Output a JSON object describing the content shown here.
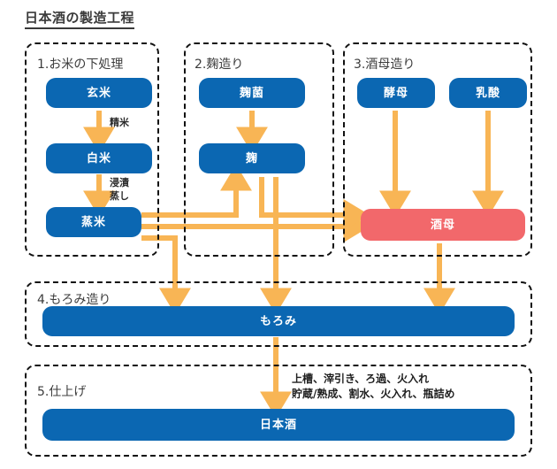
{
  "title": "日本酒の製造工程",
  "colors": {
    "node_blue": "#0b67b2",
    "node_red": "#f2686b",
    "arrow_orange": "#f8b555",
    "panel_border": "#111111",
    "text_dark": "#3a3a3a",
    "node_text": "#ffffff",
    "background": "#ffffff"
  },
  "sections": [
    {
      "id": "rice-prep",
      "label": "1.お米の下処理",
      "nodes": [
        {
          "id": "genmai",
          "label": "玄米",
          "color": "blue"
        },
        {
          "id": "hakumai",
          "label": "白米",
          "color": "blue"
        },
        {
          "id": "mushimai",
          "label": "蒸米",
          "color": "blue"
        }
      ],
      "edge_labels": [
        {
          "id": "seimai",
          "text": "精米"
        },
        {
          "id": "shinshi-mushi",
          "text": "浸漬\n蒸し"
        }
      ]
    },
    {
      "id": "koji-making",
      "label": "2.麹造り",
      "nodes": [
        {
          "id": "kojikin",
          "label": "麹菌",
          "color": "blue"
        },
        {
          "id": "koji",
          "label": "麹",
          "color": "blue"
        }
      ],
      "edge_labels": []
    },
    {
      "id": "shubo-making",
      "label": "3.酒母造り",
      "nodes": [
        {
          "id": "kobo",
          "label": "酵母",
          "color": "blue"
        },
        {
          "id": "nyusan",
          "label": "乳酸",
          "color": "blue"
        },
        {
          "id": "shubo",
          "label": "酒母",
          "color": "red"
        }
      ],
      "edge_labels": []
    },
    {
      "id": "moromi-making",
      "label": "4.もろみ造り",
      "nodes": [
        {
          "id": "moromi",
          "label": "もろみ",
          "color": "blue"
        }
      ],
      "edge_labels": []
    },
    {
      "id": "finishing",
      "label": "5.仕上げ",
      "nodes": [
        {
          "id": "nihonshu",
          "label": "日本酒",
          "color": "blue"
        }
      ],
      "edge_labels": [
        {
          "id": "finishing-steps",
          "text": "上槽、滓引き、ろ過、火入れ\n貯蔵/熟成、割水、火入れ、瓶詰め"
        }
      ]
    }
  ],
  "flow": {
    "edges": [
      {
        "from": "genmai",
        "to": "hakumai",
        "label": "精米"
      },
      {
        "from": "hakumai",
        "to": "mushimai",
        "label": "浸漬 蒸し"
      },
      {
        "from": "kojikin",
        "to": "koji",
        "label": ""
      },
      {
        "from": "mushimai",
        "to": "koji",
        "label": ""
      },
      {
        "from": "mushimai",
        "to": "shubo",
        "label": ""
      },
      {
        "from": "mushimai",
        "to": "moromi",
        "label": ""
      },
      {
        "from": "koji",
        "to": "shubo",
        "label": ""
      },
      {
        "from": "koji",
        "to": "moromi",
        "label": ""
      },
      {
        "from": "kobo",
        "to": "shubo",
        "label": ""
      },
      {
        "from": "nyusan",
        "to": "shubo",
        "label": ""
      },
      {
        "from": "shubo",
        "to": "moromi",
        "label": ""
      },
      {
        "from": "moromi",
        "to": "nihonshu",
        "label": "上槽、滓引き、ろ過、火入れ 貯蔵/熟成、割水、火入れ、瓶詰め"
      }
    ]
  }
}
